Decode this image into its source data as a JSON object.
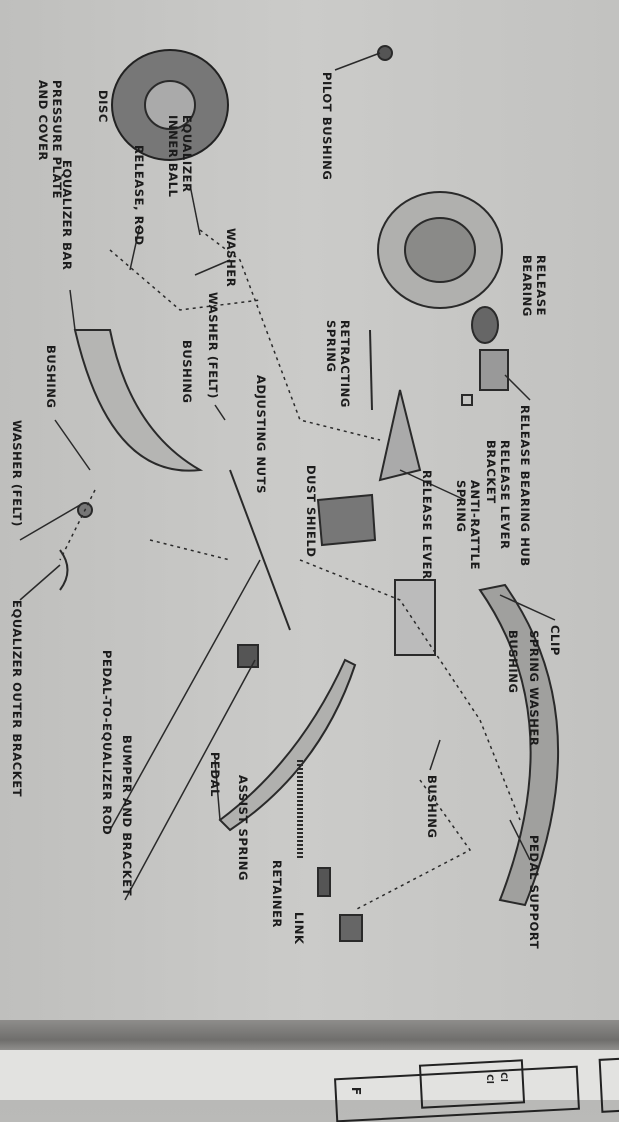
{
  "diagram": {
    "labels": {
      "pilot_bushing": "PILOT BUSHING",
      "pressure_plate_1": "PRESSURE PLATE",
      "pressure_plate_2": "AND COVER",
      "disc": "DISC",
      "eq_inner_ball_1": "EQUALIZER",
      "eq_inner_ball_2": "INNER BALL",
      "release_rod": "RELEASE, ROD",
      "equalizer_bar": "EQUALIZER BAR",
      "washer_1": "WASHER",
      "washer_felt_1": "WASHER (FELT)",
      "bushing_1": "BUSHING",
      "bushing_2": "BUSHING",
      "washer_felt_2": "WASHER (FELT)",
      "release_bearing_1": "RELEASE",
      "release_bearing_2": "BEARING",
      "retracting_spring_1": "RETRACTING",
      "retracting_spring_2": "SPRING",
      "adjusting_nuts": "ADJUSTING NUTS",
      "release_bearing_hub": "RELEASE BEARING HUB",
      "release_lever_bracket_1": "RELEASE LEVER",
      "release_lever_bracket_2": "BRACKET",
      "anti_rattle_1": "ANTI-RATTLE",
      "anti_rattle_2": "SPRING",
      "release_lever": "RELEASE LEVER",
      "dust_shield": "DUST SHIELD",
      "clip": "CLIP",
      "spring_washer": "SPRING WASHER",
      "bushing_3": "BUSHING",
      "eq_outer_bracket": "EQUALIZER OUTER BRACKET",
      "pedal_to_eq_rod": "PEDAL-TO-EQUALIZER ROD",
      "bumper_bracket": "BUMPER AND BRACKET",
      "pedal": "PEDAL",
      "assist_spring": "ASSIST SPRING",
      "bushing_4": "BUSHING",
      "retainer": "RETAINER",
      "link": "LINK",
      "pedal_support": "PEDAL SUPPORT"
    }
  },
  "next_page": {
    "frag_f": "F",
    "frag_c1": "Cl",
    "frag_c2": "Cl"
  }
}
